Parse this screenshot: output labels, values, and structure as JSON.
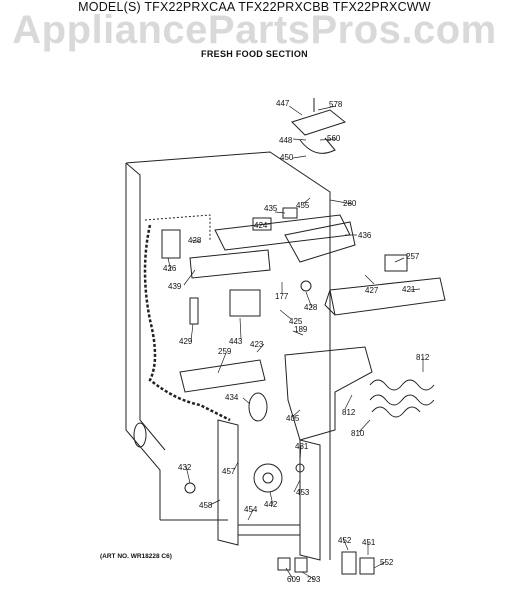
{
  "header": {
    "models": "MODEL(S) TFX22PRXCAA TFX22PRXCBB TFX22PRXCWW",
    "watermark": "AppliancePartsPros.com",
    "section": "FRESH FOOD SECTION"
  },
  "art_number": "(ART NO. WR18228 C6)",
  "callouts": [
    "447",
    "578",
    "448",
    "560",
    "450",
    "455",
    "435",
    "280",
    "424",
    "436",
    "428",
    "426",
    "257",
    "439",
    "177",
    "427",
    "421",
    "428",
    "425",
    "429",
    "443",
    "189",
    "259",
    "423",
    "812",
    "434",
    "405",
    "812",
    "810",
    "431",
    "432",
    "457",
    "442",
    "453",
    "458",
    "454",
    "452",
    "451",
    "552",
    "609",
    "293"
  ]
}
